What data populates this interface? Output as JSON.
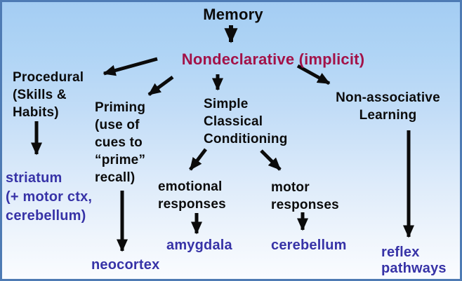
{
  "diagram_title": "Memory taxonomy flowchart",
  "colors": {
    "background_top": "#A4CDF3",
    "background_bottom": "#FAFCFF",
    "border_blue": "#4E7BB4",
    "heading_red": "#A31248",
    "brain_blue": "#3733A7",
    "text_black": "#0B0B0B",
    "arrow_black": "#0B0B0B"
  },
  "nodes": {
    "memory": "Memory",
    "nondeclarative": "Nondeclarative (implicit)",
    "procedural": "Procedural\n(Skills &\nHabits)",
    "priming": "Priming\n(use of\ncues to\n“prime”\nrecall)",
    "simple_classical": "Simple\nClassical\nConditioning",
    "non_associative": "Non-associative\nLearning",
    "emotional_responses": "emotional\nresponses",
    "motor_responses": "motor\nresponses",
    "striatum": "striatum\n(+ motor ctx,\ncerebellum)",
    "neocortex": "neocortex",
    "amygdala": "amygdala",
    "cerebellum": "cerebellum",
    "reflex_pathways": "reflex\npathways"
  },
  "edges": [
    {
      "from": "Memory",
      "to": "Nondeclarative (implicit)"
    },
    {
      "from": "Nondeclarative (implicit)",
      "to": "Procedural (Skills & Habits)"
    },
    {
      "from": "Nondeclarative (implicit)",
      "to": "Priming (use of cues to “prime” recall)"
    },
    {
      "from": "Nondeclarative (implicit)",
      "to": "Simple Classical Conditioning"
    },
    {
      "from": "Nondeclarative (implicit)",
      "to": "Non-associative Learning"
    },
    {
      "from": "Procedural (Skills & Habits)",
      "to": "striatum (+ motor ctx, cerebellum)"
    },
    {
      "from": "Priming (use of cues to “prime” recall)",
      "to": "neocortex"
    },
    {
      "from": "Simple Classical Conditioning",
      "to": "emotional responses"
    },
    {
      "from": "Simple Classical Conditioning",
      "to": "motor responses"
    },
    {
      "from": "emotional responses",
      "to": "amygdala"
    },
    {
      "from": "motor responses",
      "to": "cerebellum"
    },
    {
      "from": "Non-associative Learning",
      "to": "reflex pathways"
    }
  ]
}
